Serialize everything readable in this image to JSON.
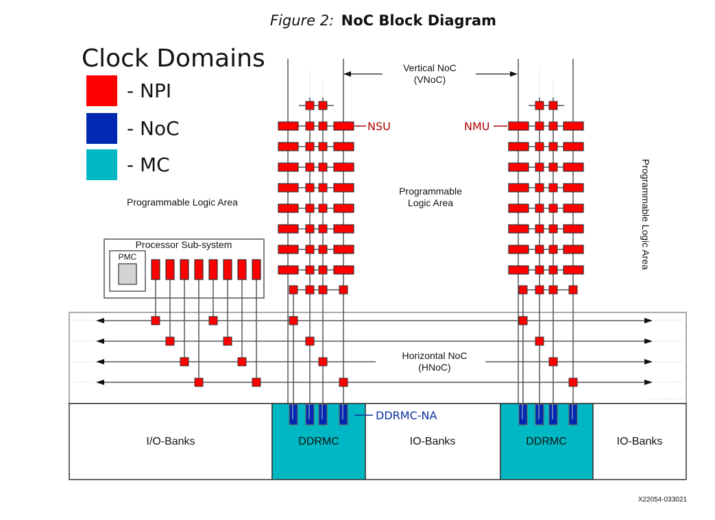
{
  "figure": {
    "caption_prefix": "Figure 2:",
    "caption_title": "NoC Block Diagram",
    "figure_id": "X22054-033021"
  },
  "legend": {
    "title": "Clock Domains",
    "items": [
      {
        "label": "- NPI",
        "color": "#ff0000"
      },
      {
        "label": "- NoC",
        "color": "#0028b0"
      },
      {
        "label": "- MC",
        "color": "#00b8c4"
      }
    ]
  },
  "colors": {
    "npi": "#ff0000",
    "noc": "#0028b0",
    "mc": "#00b8c4",
    "line": "#555555",
    "border": "#999999",
    "pmc_fill": "#d4d4d4",
    "nsu_label": "#b00000",
    "ddrmc_na_label": "#0a2fa0"
  },
  "labels": {
    "vnoc_line1": "Vertical NoC",
    "vnoc_line2": "(VNoC)",
    "hnoc_line1": "Horizontal NoC",
    "hnoc_line2": "(HNoC)",
    "nsu": "NSU",
    "nmu": "NMU",
    "ddrmc_na": "DDRMC-NA",
    "pl_area_left": "Programmable Logic Area",
    "pl_area_center_line1": "Programmable",
    "pl_area_center_line2": "Logic Area",
    "pl_area_right": "Programmable Logic Area",
    "processor_subsystem": "Processor Sub-system",
    "pmc": "PMC"
  },
  "bottom_banks": [
    {
      "label": "I/O-Banks",
      "type": "io"
    },
    {
      "label": "DDRMC",
      "type": "mc"
    },
    {
      "label": "IO-Banks",
      "type": "io"
    },
    {
      "label": "DDRMC",
      "type": "mc"
    },
    {
      "label": "IO-Banks",
      "type": "io"
    }
  ],
  "structure": {
    "vnoc_columns": 2,
    "vnoc_rows_per_column": 8,
    "hnoc_rows": 4,
    "ps_npi_blocks": 8,
    "ddrmc_na_per_mc": 4
  }
}
